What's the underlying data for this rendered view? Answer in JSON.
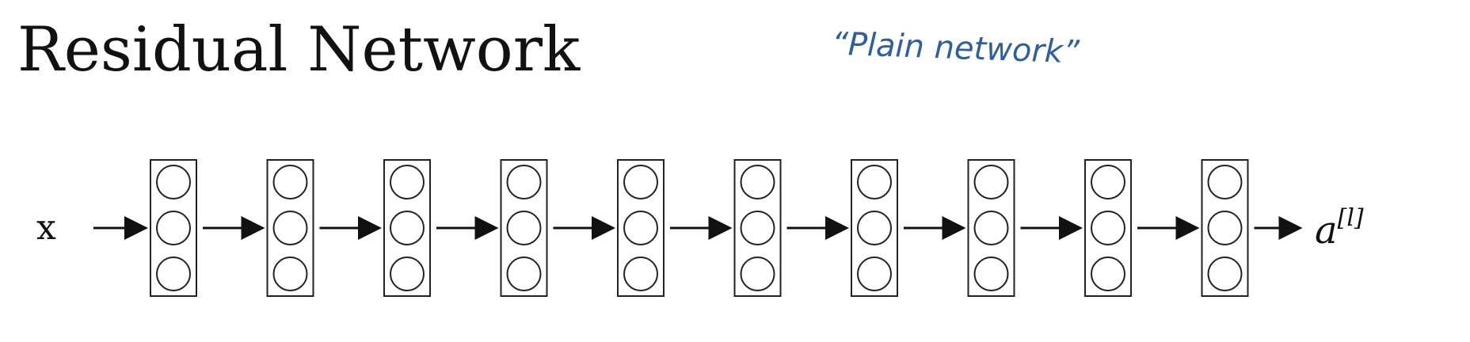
{
  "title": "Residual Network",
  "annotation": "“Plain network”",
  "diagram": {
    "input_label": "x",
    "output_base": "a",
    "output_sup": "[l]",
    "layer_count": 10,
    "neurons_per_layer": 3
  }
}
